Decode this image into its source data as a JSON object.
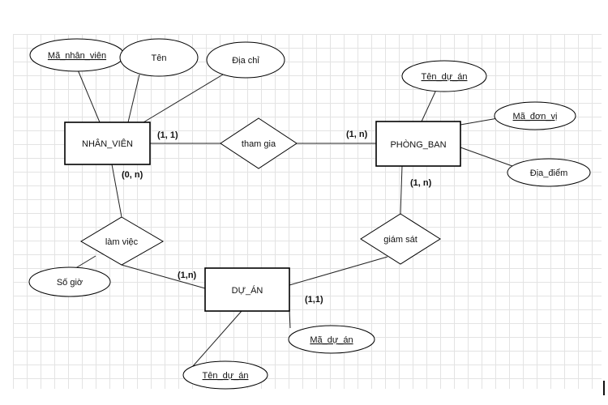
{
  "diagram": {
    "entities": {
      "nhan_vien": "NHÂN_VIÊN",
      "phong_ban": "PHÒNG_BAN",
      "du_an": "DỰ_ÁN"
    },
    "relationships": {
      "tham_gia": "tham gia",
      "lam_viec": "làm việc",
      "giam_sat": "giám sát"
    },
    "attributes": {
      "ma_nhan_vien": "Mã_nhân_viên",
      "ten": "Tên",
      "dia_chi": "Địa chỉ",
      "ten_du_an_pb": "Tên_dự_án",
      "ma_don_vi": "Mã_đơn_vị",
      "dia_diem": "Địa_điểm",
      "so_gio": "Số giờ",
      "ma_du_an": "Mã_dự_án",
      "ten_du_an": "Tên_dự_án"
    },
    "cardinalities": {
      "nv_thamgia": "(1, 1)",
      "pb_thamgia": "(1, n)",
      "nv_lamviec": "(0, n)",
      "da_lamviec": "(1,n)",
      "pb_giamsat": "(1, n)",
      "da_giamsat": "(1,1)"
    }
  }
}
